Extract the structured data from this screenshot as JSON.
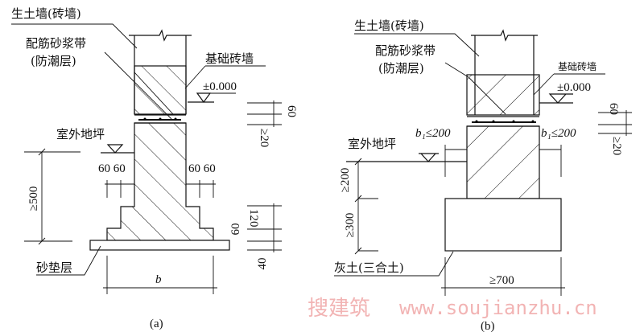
{
  "diagram_a": {
    "caption": "(a)",
    "label_wall": "生土墙(砖墙)",
    "label_band_1": "配筋砂浆带",
    "label_band_2": "(防潮层)",
    "label_foundation_wall": "基础砖墙",
    "label_elevation": "±0.000",
    "label_ground": "室外地坪",
    "label_sand": "砂垫层",
    "dim_depth": "≥500",
    "dim_step_left": "60 60",
    "dim_step_right": "60 60",
    "dim_60_top": "60",
    "dim_20": "≥20",
    "dim_120": "120",
    "dim_60_bottom": "60",
    "dim_40": "40",
    "dim_width": "b"
  },
  "diagram_b": {
    "caption": "(b)",
    "label_wall": "生土墙(砖墙)",
    "label_band_1": "配筋砂浆带",
    "label_band_2": "(防潮层)",
    "label_foundation_wall": "基础砖墙",
    "label_elevation": "±0.000",
    "label_ground": "室外地坪",
    "label_lime": "灰土(三合土)",
    "dim_b1_left": "b₁≤200",
    "dim_b1_right": "b₁≤200",
    "dim_200": "≥200",
    "dim_300": "≥300",
    "dim_700": "≥700",
    "dim_60": "60",
    "dim_20": "≥20"
  },
  "watermark": {
    "cn": "搜建筑",
    "url": "www.soujianzhu.cn"
  }
}
